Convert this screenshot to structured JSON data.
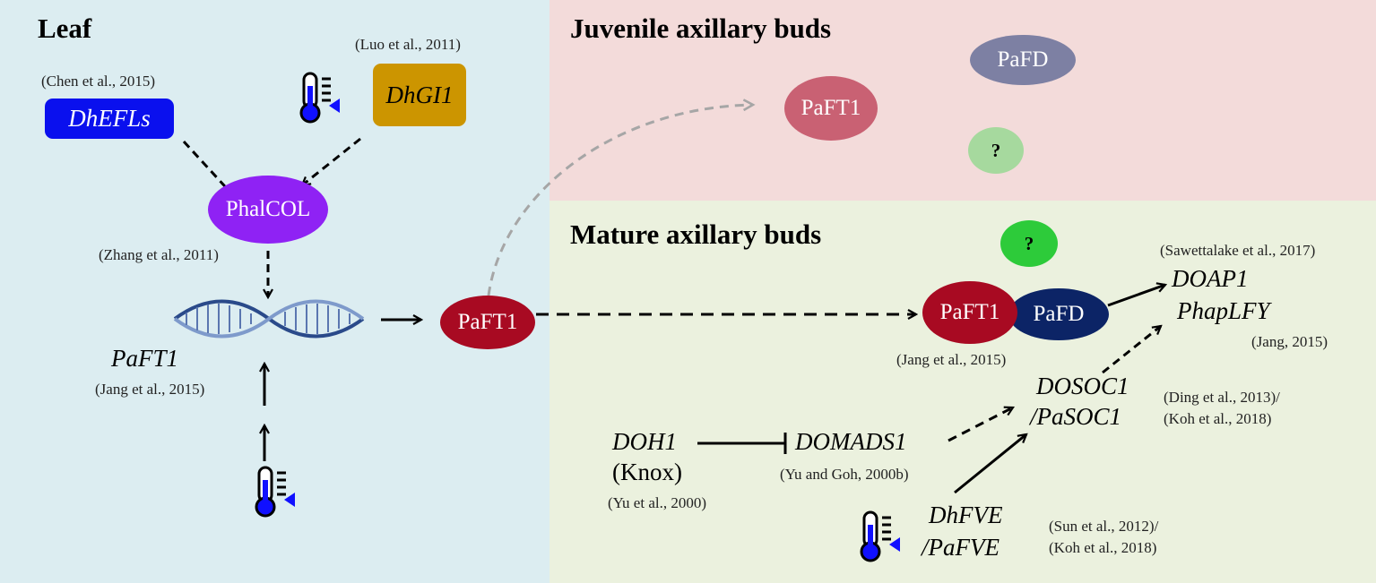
{
  "panels": {
    "leaf": {
      "title": "Leaf",
      "color": "#dcedf1"
    },
    "juvenile": {
      "title": "Juvenile axillary buds",
      "color": "#f3dbda"
    },
    "mature": {
      "title": "Mature axillary buds",
      "color": "#ebf1de"
    }
  },
  "nodes": {
    "dhefls": {
      "label": "DhEFLs",
      "color": "#0a10ee"
    },
    "dhgi1": {
      "label": "DhGI1",
      "color": "#cc9500"
    },
    "phalcol": {
      "label": "PhalCOL",
      "color": "#8f22f4"
    },
    "paft1_gene": {
      "label": "PaFT1"
    },
    "paft1_leaf": {
      "label": "PaFT1",
      "color": "#a80a22"
    },
    "paft1_juv": {
      "label": "PaFT1",
      "color": "#c96173"
    },
    "pafd_juv": {
      "label": "PaFD",
      "color": "#7d80a3"
    },
    "unknown_juv": {
      "label": "?",
      "color": "#a6d99e"
    },
    "unknown_mat": {
      "label": "?",
      "color": "#2dcb3a"
    },
    "paft1_mat": {
      "label": "PaFT1",
      "color": "#a80a22"
    },
    "pafd_mat": {
      "label": "PaFD",
      "color": "#0c2466"
    },
    "doap1": {
      "label": "DOAP1"
    },
    "phaplfy": {
      "label": "PhapLFY"
    },
    "dosoc1": {
      "label": "DOSOC1"
    },
    "pasoc1": {
      "label": "/PaSOC1"
    },
    "domads1": {
      "label": "DOMADS1"
    },
    "doh1": {
      "label": "DOH1"
    },
    "knox": {
      "label": "(Knox)"
    },
    "dhfve": {
      "label": "DhFVE"
    },
    "pafve": {
      "label": "/PaFVE"
    }
  },
  "refs": {
    "chen": "(Chen et al., 2015)",
    "luo": "(Luo et al., 2011)",
    "zhang": "(Zhang et al., 2011)",
    "jang_leaf": "(Jang et al., 2015)",
    "jang_mat": "(Jang et al., 2015)",
    "sawettalake": "(Sawettalake et al., 2017)",
    "jang2015": "(Jang, 2015)",
    "ding": "(Ding et al., 2013)/",
    "koh1": "(Koh et al., 2018)",
    "yugoh": "(Yu and Goh, 2000b)",
    "yu": "(Yu et al., 2000)",
    "sun": "(Sun et al., 2012)/",
    "koh2": "(Koh et al., 2018)"
  },
  "icons": [
    "thermometer-icon",
    "dna-helix-icon"
  ],
  "colors": {
    "thermometer_fill": "#1010ff",
    "dna": "#2a4a8a",
    "grey_arrow": "#a6a6a6"
  }
}
